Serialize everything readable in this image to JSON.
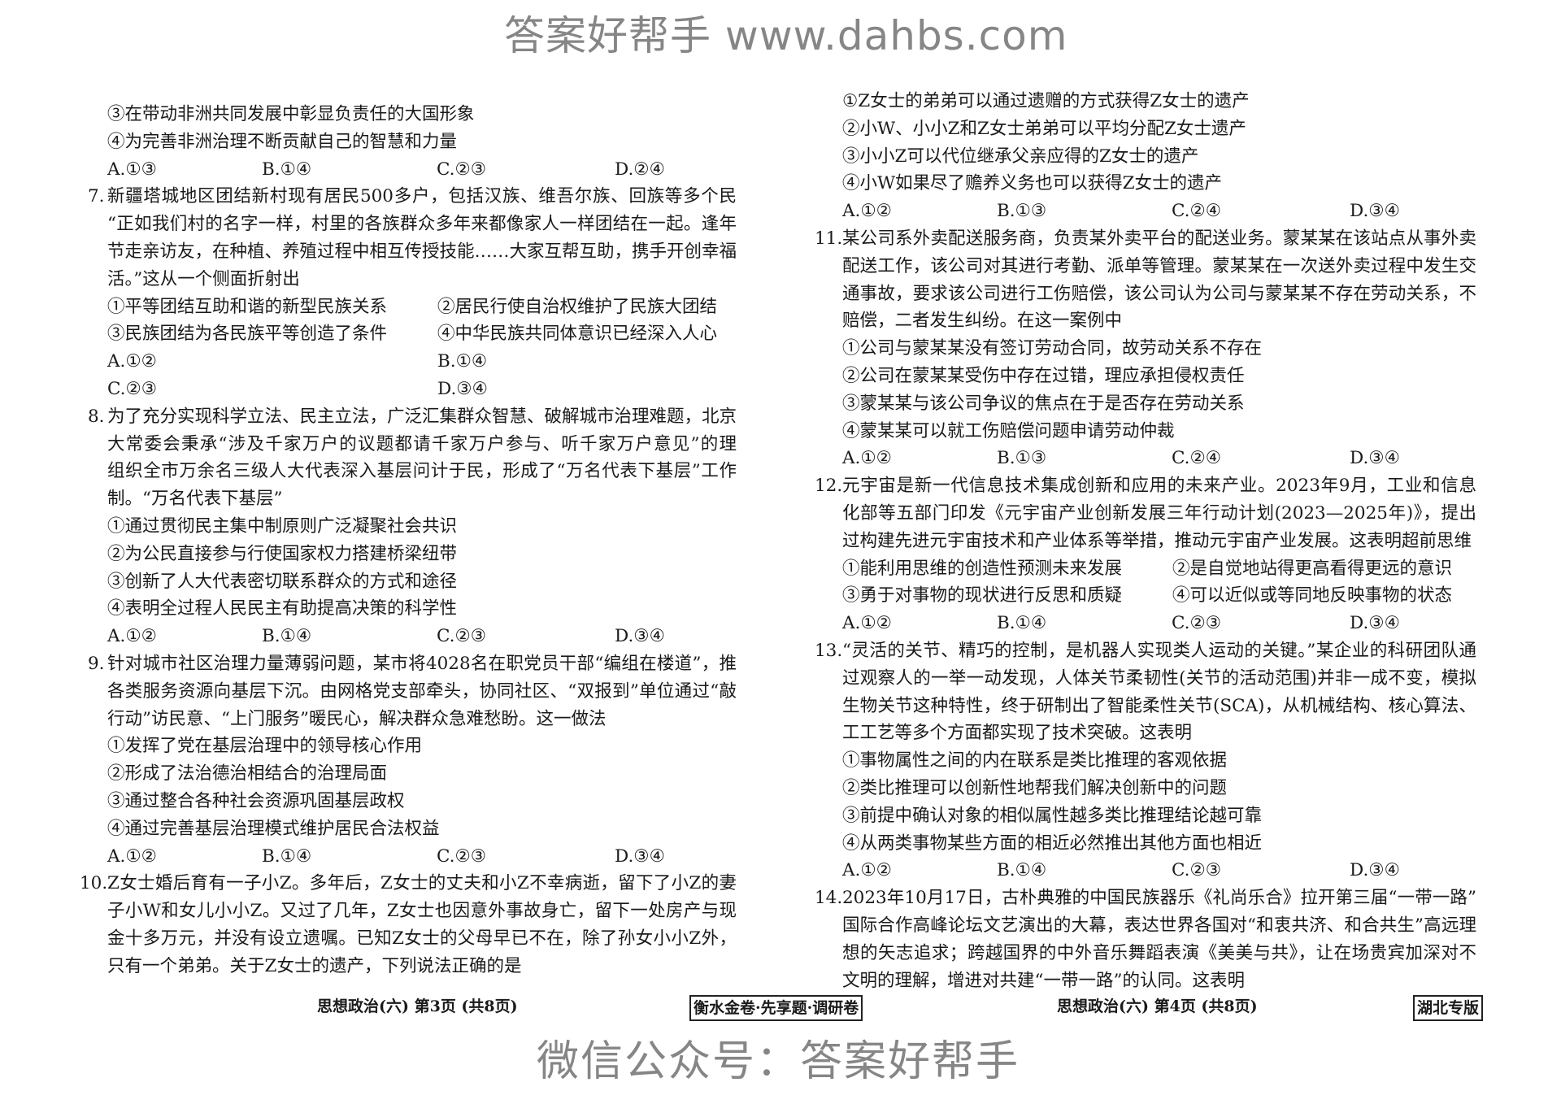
{
  "watermark": {
    "line1": "答案好帮手  www.dahbs.com",
    "line2": "微信公众号：答案好帮手"
  },
  "left": {
    "items": [
      {
        "type": "opt",
        "text": "③在带动非洲共同发展中彰显负责任的大国形象"
      },
      {
        "type": "opt",
        "text": "④为完善非洲治理不断贡献自己的智慧和力量"
      },
      {
        "type": "ans4",
        "choices": [
          "A.①③",
          "B.①④",
          "C.②③",
          "D.②④"
        ]
      },
      {
        "type": "q",
        "num": "7.",
        "lines": [
          "新疆塔城地区团结新村现有居民500多户，包括汉族、维吾尔族、回族等多个民族。",
          "“正如我们村的名字一样，村里的各族群众多年来都像家人一样团结在一起。逢年过",
          "节走亲访友，在种植、养殖过程中相互传授技能……大家互帮互助，携手开创幸福生",
          "活。”这从一个侧面折射出"
        ]
      },
      {
        "type": "ans2",
        "choices": [
          "①平等团结互助和谐的新型民族关系",
          "②居民行使自治权维护了民族大团结"
        ]
      },
      {
        "type": "ans2",
        "choices": [
          "③民族团结为各民族平等创造了条件",
          "④中华民族共同体意识已经深入人心"
        ]
      },
      {
        "type": "ans2",
        "choices": [
          "A.①②",
          "B.①④"
        ]
      },
      {
        "type": "ans2",
        "choices": [
          "C.②③",
          "D.③④"
        ]
      },
      {
        "type": "q",
        "num": "8.",
        "lines": [
          "为了充分实现科学立法、民主立法，广泛汇集群众智慧、破解城市治理难题，北京市人",
          "大常委会秉承“涉及千家万户的议题都请千家万户参与、听千家万户意见”的理念，",
          "组织全市万余名三级人大代表深入基层问计于民，形成了“万名代表下基层”工作机",
          "制。“万名代表下基层”"
        ]
      },
      {
        "type": "opt",
        "text": "①通过贯彻民主集中制原则广泛凝聚社会共识"
      },
      {
        "type": "opt",
        "text": "②为公民直接参与行使国家权力搭建桥梁纽带"
      },
      {
        "type": "opt",
        "text": "③创新了人大代表密切联系群众的方式和途径"
      },
      {
        "type": "opt",
        "text": "④表明全过程人民民主有助提高决策的科学性"
      },
      {
        "type": "ans4",
        "choices": [
          "A.①②",
          "B.①④",
          "C.②③",
          "D.③④"
        ]
      },
      {
        "type": "q",
        "num": "9.",
        "lines": [
          "针对城市社区治理力量薄弱问题，某市将4028名在职党员干部“编组在楼道”，推动",
          "各类服务资源向基层下沉。由网格党支部牵头，协同社区、“双报到”单位通过“敲门",
          "行动”访民意、“上门服务”暖民心，解决群众急难愁盼。这一做法"
        ]
      },
      {
        "type": "opt",
        "text": "①发挥了党在基层治理中的领导核心作用"
      },
      {
        "type": "opt",
        "text": "②形成了法治德治相结合的治理局面"
      },
      {
        "type": "opt",
        "text": "③通过整合各种社会资源巩固基层政权"
      },
      {
        "type": "opt",
        "text": "④通过完善基层治理模式维护居民合法权益"
      },
      {
        "type": "ans4",
        "choices": [
          "A.①②",
          "B.①④",
          "C.②③",
          "D.③④"
        ]
      },
      {
        "type": "q",
        "num": "10.",
        "lines": [
          "Z女士婚后育有一子小Z。多年后，Z女士的丈夫和小Z不幸病逝，留下了小Z的妻",
          "子小W和女儿小小Z。又过了几年，Z女士也因意外事故身亡，留下一处房产与现",
          "金十多万元，并没有设立遗嘱。已知Z女士的父母早已不在，除了孙女小小Z外，就",
          "只有一个弟弟。关于Z女士的遗产，下列说法正确的是"
        ]
      }
    ]
  },
  "right": {
    "items": [
      {
        "type": "opt",
        "text": "①Z女士的弟弟可以通过遗赠的方式获得Z女士的遗产"
      },
      {
        "type": "opt",
        "text": "②小W、小小Z和Z女士弟弟可以平均分配Z女士遗产"
      },
      {
        "type": "opt",
        "text": "③小小Z可以代位继承父亲应得的Z女士的遗产"
      },
      {
        "type": "opt",
        "text": "④小W如果尽了赡养义务也可以获得Z女士的遗产"
      },
      {
        "type": "ans4",
        "choices": [
          "A.①②",
          "B.①③",
          "C.②④",
          "D.③④"
        ]
      },
      {
        "type": "q",
        "num": "11.",
        "lines": [
          "某公司系外卖配送服务商，负责某外卖平台的配送业务。蒙某某在该站点从事外卖",
          "配送工作，该公司对其进行考勤、派单等管理。蒙某某在一次送外卖过程中发生交",
          "通事故，要求该公司进行工伤赔偿，该公司认为公司与蒙某某不存在劳动关系，不予",
          "赔偿，二者发生纠纷。在这一案例中"
        ]
      },
      {
        "type": "opt",
        "text": "①公司与蒙某某没有签订劳动合同，故劳动关系不存在"
      },
      {
        "type": "opt",
        "text": "②公司在蒙某某受伤中存在过错，理应承担侵权责任"
      },
      {
        "type": "opt",
        "text": "③蒙某某与该公司争议的焦点在于是否存在劳动关系"
      },
      {
        "type": "opt",
        "text": "④蒙某某可以就工伤赔偿问题申请劳动仲裁"
      },
      {
        "type": "ans4",
        "choices": [
          "A.①②",
          "B.①③",
          "C.②④",
          "D.③④"
        ]
      },
      {
        "type": "q",
        "num": "12.",
        "lines": [
          "元宇宙是新一代信息技术集成创新和应用的未来产业。2023年9月，工业和信息",
          "化部等五部门印发《元宇宙产业创新发展三年行动计划(2023—2025年)》，提出通",
          "过构建先进元宇宙技术和产业体系等举措，推动元宇宙产业发展。这表明超前思维"
        ]
      },
      {
        "type": "ans2",
        "choices": [
          "①能利用思维的创造性预测未来发展",
          "②是自觉地站得更高看得更远的意识"
        ]
      },
      {
        "type": "ans2",
        "choices": [
          "③勇于对事物的现状进行反思和质疑",
          "④可以近似或等同地反映事物的状态"
        ]
      },
      {
        "type": "ans4",
        "choices": [
          "A.①②",
          "B.①④",
          "C.②③",
          "D.③④"
        ]
      },
      {
        "type": "q",
        "num": "13.",
        "lines": [
          "“灵活的关节、精巧的控制，是机器人实现类人运动的关键。”某企业的科研团队通",
          "过观察人的一举一动发现，人体关节柔韧性(关节的活动范围)并非一成不变，模拟",
          "生物关节这种特性，终于研制出了智能柔性关节(SCA)，从机械结构、核心算法、加",
          "工工艺等多个方面都实现了技术突破。这表明"
        ]
      },
      {
        "type": "opt",
        "text": "①事物属性之间的内在联系是类比推理的客观依据"
      },
      {
        "type": "opt",
        "text": "②类比推理可以创新性地帮我们解决创新中的问题"
      },
      {
        "type": "opt",
        "text": "③前提中确认对象的相似属性越多类比推理结论越可靠"
      },
      {
        "type": "opt",
        "text": "④从两类事物某些方面的相近必然推出其他方面也相近"
      },
      {
        "type": "ans4",
        "choices": [
          "A.①②",
          "B.①④",
          "C.②③",
          "D.③④"
        ]
      },
      {
        "type": "q",
        "num": "14.",
        "lines": [
          "2023年10月17日，古朴典雅的中国民族器乐《礼尚乐合》拉开第三届“一带一路”",
          "国际合作高峰论坛文艺演出的大幕，表达世界各国对“和衷共济、和合共生”高远理",
          "想的矢志追求；跨越国界的中外音乐舞蹈表演《美美与共》，让在场贵宾加深对不同",
          "文明的理解，增进对共建“一带一路”的认同。这表明"
        ]
      }
    ]
  },
  "footer": {
    "left_page": "思想政治(六) 第3页 (共8页)",
    "brand": "衡水金卷·先享题·调研卷",
    "right_page": "思想政治(六) 第4页 (共8页)",
    "edition": "湖北专版"
  }
}
